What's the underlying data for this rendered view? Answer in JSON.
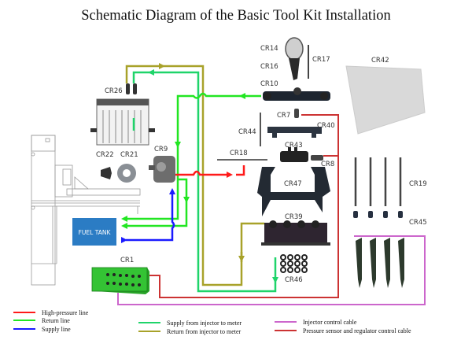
{
  "title": "Schematic Diagram of the Basic Tool Kit Installation",
  "colors": {
    "high_pressure": "#ff1a1a",
    "return": "#22e622",
    "supply": "#1a1aff",
    "supply_from_injector": "#1fd46a",
    "return_from_injector": "#a8a22a",
    "injector_cable": "#cc66cc",
    "sensor_cable": "#cc3333",
    "fuel_tank": "#2b7cc4"
  },
  "components": {
    "cr1": "CR1",
    "cr7": "CR7",
    "cr8": "CR8",
    "cr9": "CR9",
    "cr10": "CR10",
    "cr14": "CR14",
    "cr16": "CR16",
    "cr17": "CR17",
    "cr18": "CR18",
    "cr19": "CR19",
    "cr21": "CR21",
    "cr22": "CR22",
    "cr26": "CR26",
    "cr39": "CR39",
    "cr40": "CR40",
    "cr42": "CR42",
    "cr43": "CR43",
    "cr44": "CR44",
    "cr45": "CR45",
    "cr46": "CR46",
    "cr47": "CR47",
    "fuel_tank": "FUEL TANK"
  },
  "legend": [
    {
      "label": "High-pressure line",
      "color": "#ff1a1a"
    },
    {
      "label": "Return line",
      "color": "#22e622"
    },
    {
      "label": "Supply line",
      "color": "#1a1aff"
    },
    {
      "label": "Supply from injector to meter",
      "color": "#1fd46a"
    },
    {
      "label": "Return from injector to meter",
      "color": "#a8a22a"
    },
    {
      "label": "Injector control cable",
      "color": "#cc66cc"
    },
    {
      "label": "Pressure sensor and regulator control cable",
      "color": "#cc3333"
    }
  ]
}
